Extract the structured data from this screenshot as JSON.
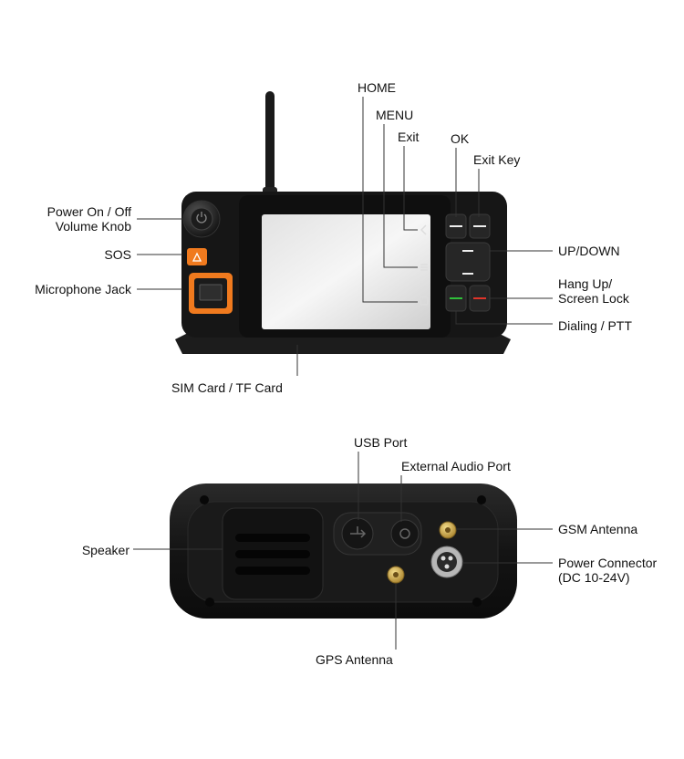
{
  "top_labels": {
    "power": [
      "Power On / Off",
      "Volume Knob"
    ],
    "sos": "SOS",
    "mic": "Microphone Jack",
    "home": "HOME",
    "menu": "MENU",
    "exit": "Exit",
    "ok": "OK",
    "exit_key": "Exit Key",
    "updown": "UP/DOWN",
    "hangup": [
      "Hang Up/",
      "Screen Lock"
    ],
    "dialing": "Dialing / PTT",
    "sim": "SIM Card / TF Card"
  },
  "bottom_labels": {
    "usb": "USB Port",
    "audio": "External Audio Port",
    "speaker": "Speaker",
    "gsm": "GSM Antenna",
    "power_conn": [
      "Power Connector",
      "(DC 10-24V)"
    ],
    "gps": "GPS Antenna"
  },
  "colors": {
    "body": "#161616",
    "sos_button": "#f07a1e",
    "jack_frame": "#f07a1e",
    "dial_led": "#2fbf3a",
    "hang_led": "#e0342a",
    "brass": "#c9a84a"
  }
}
